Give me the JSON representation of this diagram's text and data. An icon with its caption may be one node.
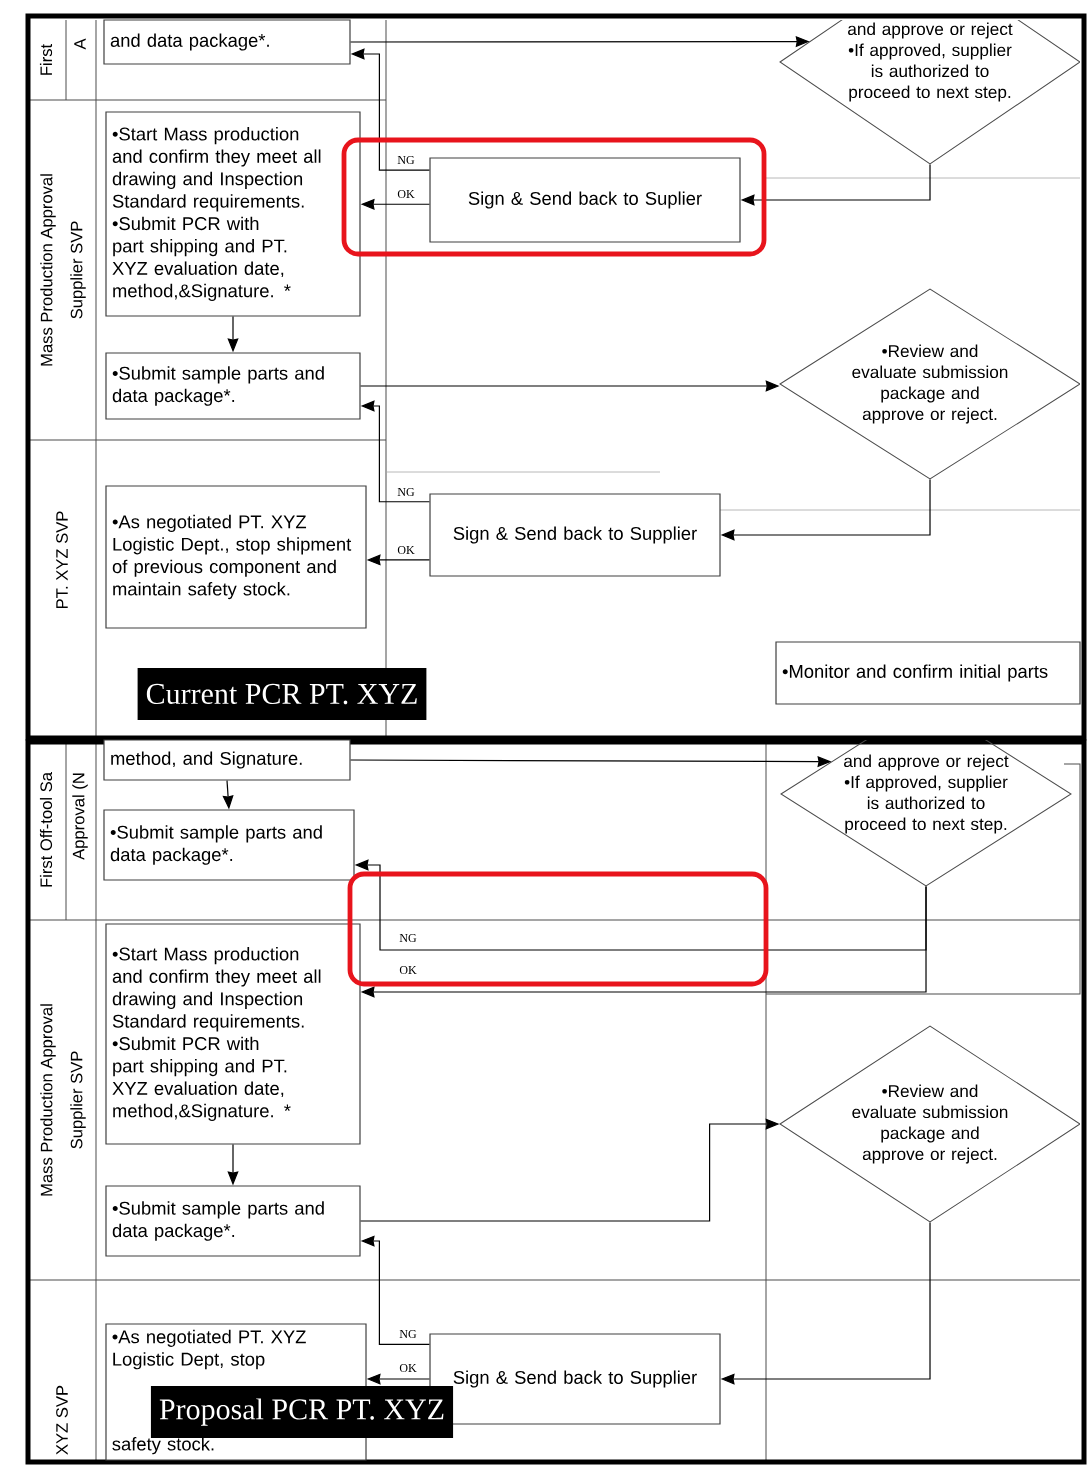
{
  "diagram": {
    "nodes": [
      {
        "text": [
          "and data package*."
        ]
      },
      {
        "text": [
          "and approve or reject •If approved, supplier is authorized to proceed to next step."
        ]
      },
      {
        "text": [
          "•Start Mass production and confirm they meet all drawing and Inspection Standard requirements. •Submit PCR with part shipping and  PT. XYZ evaluation date, method,&Signature. *"
        ]
      },
      {
        "text": [
          "Sign & Send back to Suplier"
        ]
      },
      {
        "text": [
          "•Submit sample parts and data package*."
        ]
      },
      {
        "text": [
          "•Review and evaluate submission package and approve or reject."
        ]
      },
      {
        "text": [
          "•As negotiated PT. XYZ Logistic Dept., stop shipment of previous component and maintain safety stock."
        ]
      },
      {
        "text": [
          "Sign & Send back to Supplier"
        ]
      },
      {
        "text": [
          "•Monitor and confirm initial parts"
        ]
      },
      {
        "text": [
          "method, and Signature."
        ]
      },
      {
        "text": [
          "and approve or reject •If approved, supplier is authorized to proceed to next step."
        ]
      },
      {
        "text": [
          "•Submit sample parts and data package*."
        ]
      },
      {
        "text": [
          "•Start Mass production and confirm they meet all drawing and Inspection Standard requirements. •Submit PCR with part shipping and PT. XYZ evaluation date, method,&Signature. *"
        ]
      },
      {
        "text": [
          "•Submit sample parts and data package*."
        ]
      },
      {
        "text": [
          "•Review and evaluate submission package and approve or reject."
        ]
      },
      {
        "text": [
          "•As negotiated PT. XYZ Logistic Dept, stop",
          "safety stock."
        ]
      },
      {
        "text": [
          "Sign & Send back to Supplier"
        ]
      }
    ],
    "edges": [
      {
        "from": 0,
        "to": 1,
        "arrow": "to"
      },
      {
        "from": 1,
        "to": 3,
        "arrow": "to"
      },
      {
        "from": 3,
        "to": 0,
        "arrow": "to",
        "label": "NG"
      },
      {
        "from": 3,
        "to": 2,
        "arrow": "to",
        "label": "OK"
      },
      {
        "from": 2,
        "to": 4,
        "arrow": "to"
      },
      {
        "from": 4,
        "to": 5,
        "arrow": "to"
      },
      {
        "from": 5,
        "to": 7,
        "arrow": "to"
      },
      {
        "from": 7,
        "to": 4,
        "arrow": "to",
        "label": "NG"
      },
      {
        "from": 7,
        "to": 6,
        "arrow": "to",
        "label": "OK"
      },
      {
        "from": 9,
        "to": 10,
        "arrow": "to"
      },
      {
        "from": 9,
        "to": 11,
        "arrow": "to"
      },
      {
        "from": 10,
        "to": 11,
        "arrow": "to",
        "label": "NG"
      },
      {
        "from": 10,
        "to": 12,
        "arrow": "to",
        "label": "OK"
      },
      {
        "from": 12,
        "to": 13,
        "arrow": "to"
      },
      {
        "from": 13,
        "to": 14,
        "arrow": "to"
      },
      {
        "from": 14,
        "to": 16,
        "arrow": "to"
      },
      {
        "from": 16,
        "to": 13,
        "arrow": "to",
        "label": "NG"
      },
      {
        "from": 16,
        "to": 15,
        "arrow": "to",
        "label": "OK"
      }
    ],
    "labels": [
      "First",
      "A",
      "Mass Production Approval",
      "Supplier SVP",
      "PT. XYZ SVP",
      "Current PCR PT. XYZ",
      "First Off-tool Sa",
      "Approval (N",
      "Mass Production Approval",
      "Supplier SVP",
      "XYZ SVP",
      "Proposal PCR PT. XYZ"
    ]
  }
}
